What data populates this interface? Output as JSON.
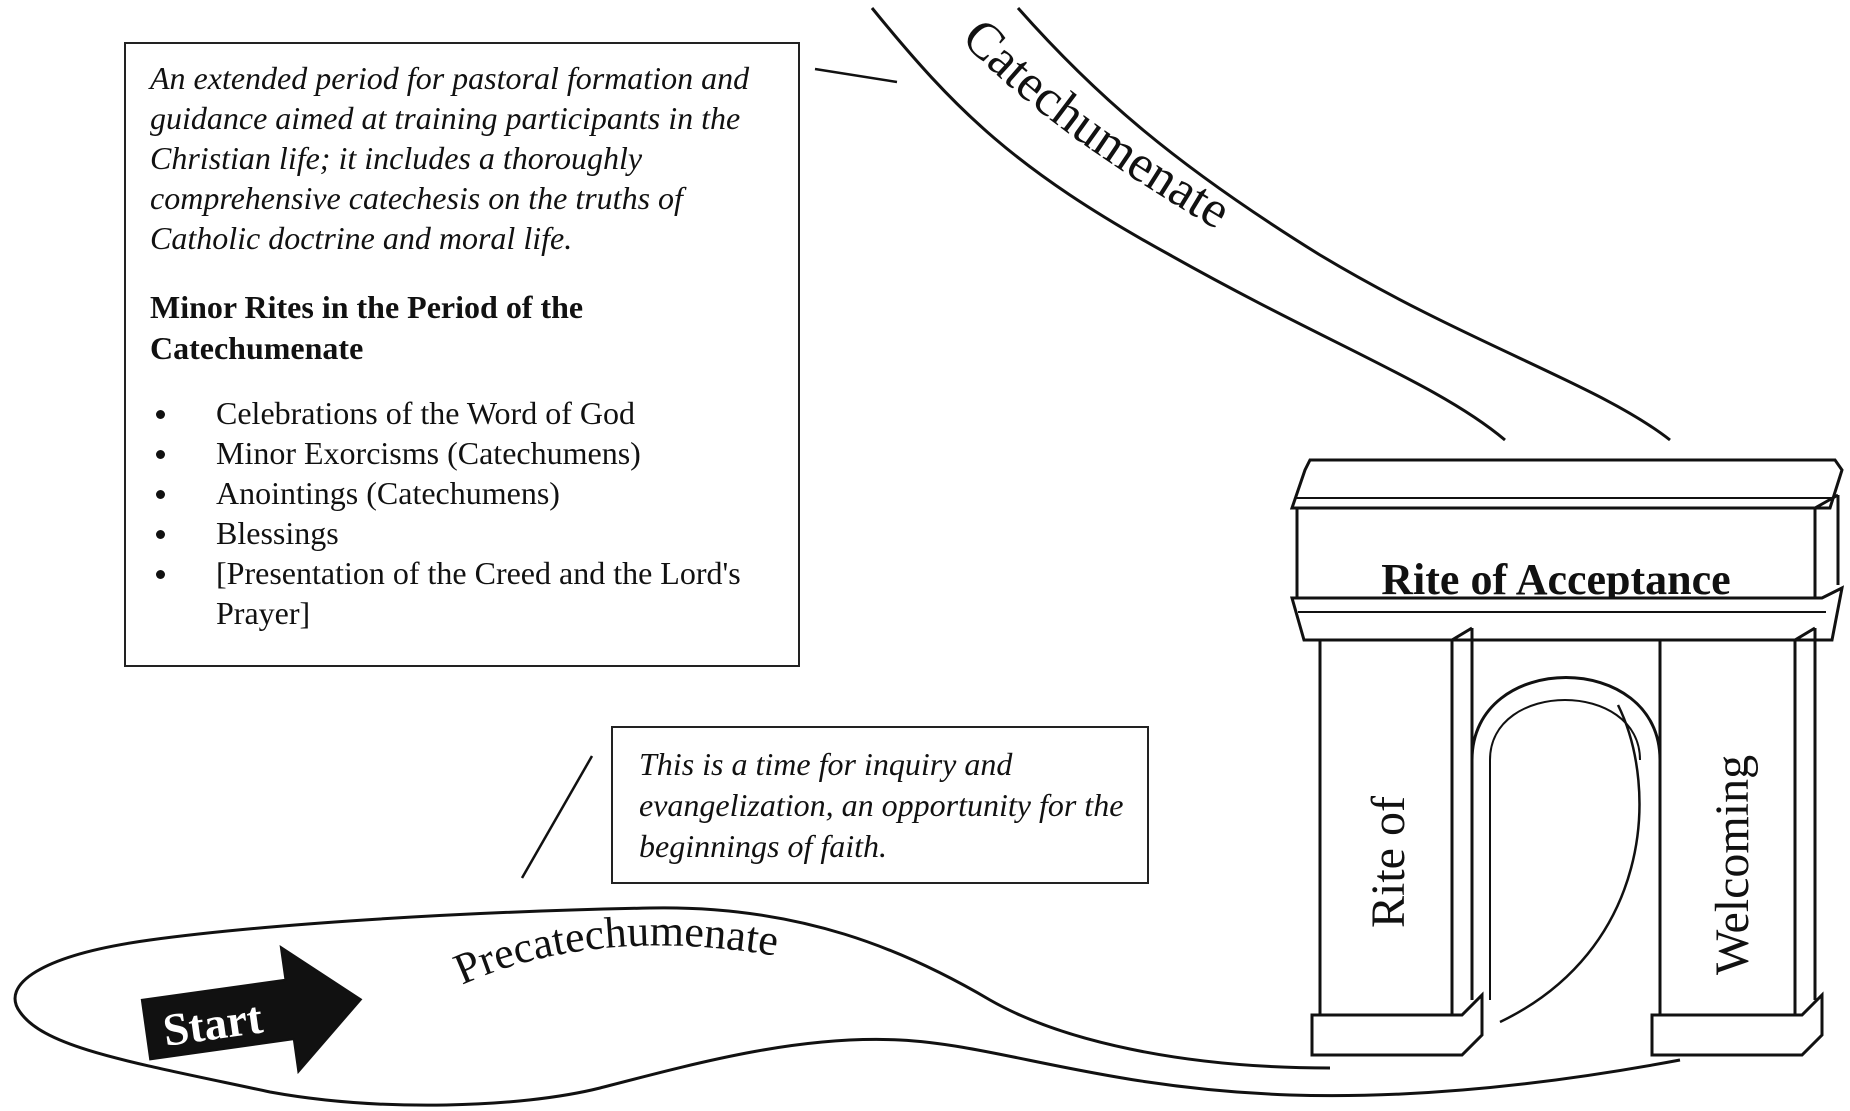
{
  "catechumenate_box": {
    "description": "An extended period for pastoral formation and guidance aimed at training participants in the Christian life; it includes a thoroughly comprehensive catechesis on the truths of Catholic doctrine and moral life.",
    "minor_rites_title": "Minor Rites in the Period of the Catechumenate",
    "minor_rites": [
      "Celebrations of the Word of God",
      "Minor Exorcisms (Catechumens)",
      "Anointings (Catechumens)",
      "Blessings",
      "[Presentation of the Creed and the Lord's Prayer]"
    ]
  },
  "precatechumenate_box": {
    "description": "This is a time for inquiry and evangelization, an opportunity for the beginnings of faith."
  },
  "path_labels": {
    "catechumenate": "Catechumenate",
    "precatechumenate": "Precatechumenate",
    "start": "Start"
  },
  "arch": {
    "title": "Rite of Acceptance",
    "left_pillar": "Rite of",
    "right_pillar": "Welcoming"
  }
}
